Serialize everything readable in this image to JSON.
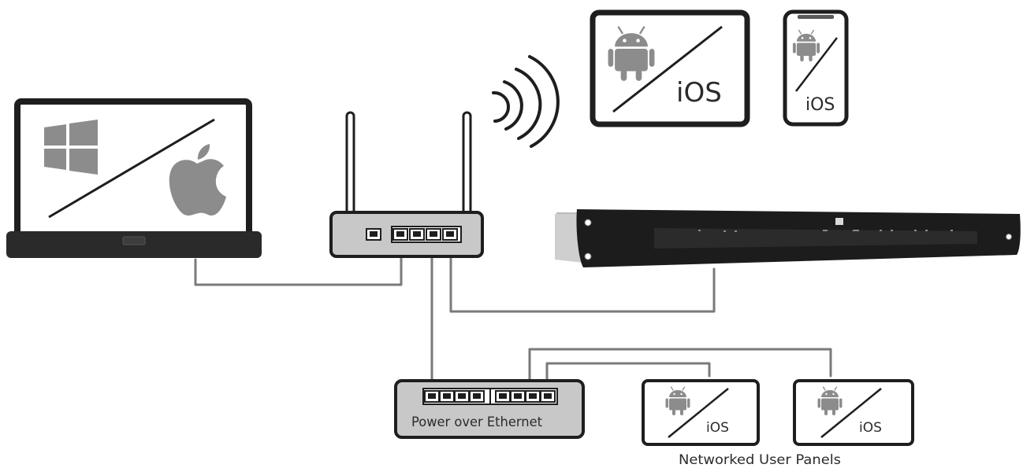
{
  "labels": {
    "tablet_os": "iOS",
    "phone_os": "iOS",
    "panel1_os": "iOS",
    "panel2_os": "iOS",
    "poe_switch": "Power over Ethernet",
    "panels_caption": "Networked User Panels"
  },
  "icons": {
    "laptop_os": [
      "windows-logo-icon",
      "apple-logo-icon"
    ],
    "mobile_os": [
      "android-robot-icon"
    ]
  },
  "colors": {
    "outline": "#1e1e1e",
    "device_fill": "#c8c8c8",
    "cable": "#7a7a7a",
    "logo_gray": "#8c8c8c"
  }
}
